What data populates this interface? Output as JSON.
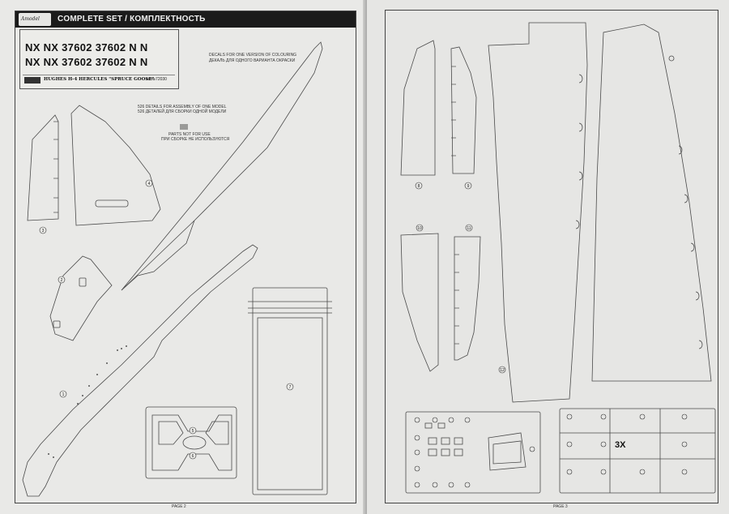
{
  "left_page": {
    "header_title": "COMPLETE SET / КОМПЛЕКТНОСТЬ",
    "logo_text": "Amodel",
    "decals": {
      "line_1": "NX NX  37602 37602 N N",
      "line_2": "NX NX  37602 37602 N N",
      "model_name": "HUGHES H-4 HERCULES \"SPRUCE GOOSE\"",
      "catalog": "kat№72030"
    },
    "decal_note": {
      "en": "DECALS FOR ONE VERSION OF COLOURING",
      "ru": "ДЕКАЛЬ ДЛЯ ОДНОГО ВАРИАНТА ОКРАСКИ"
    },
    "details_note": {
      "en": "526 DETAILS FOR ASSEMBLY OF ONE MODEL",
      "ru": "526 ДЕТАЛЕЙ ДЛЯ СБОРКИ ОДНОЙ МОДЕЛИ"
    },
    "parts_not_for_use": {
      "en": "PARTS NOT FOR USE",
      "ru": "ПРИ СБОРКЕ НЕ ИСПОЛЬЗУЮТСЯ"
    },
    "part_numbers": [
      "1",
      "2",
      "3",
      "4",
      "5",
      "6",
      "7"
    ],
    "page_label": "PAGE 2"
  },
  "right_page": {
    "part_numbers": [
      "8",
      "9",
      "10",
      "11",
      "12"
    ],
    "multiplier": "3X",
    "page_label": "PAGE 3"
  },
  "colors": {
    "paper": "#e9e9e7",
    "ink": "#444444",
    "header_band": "#1b1b1b",
    "background": "#8e8d8f"
  }
}
